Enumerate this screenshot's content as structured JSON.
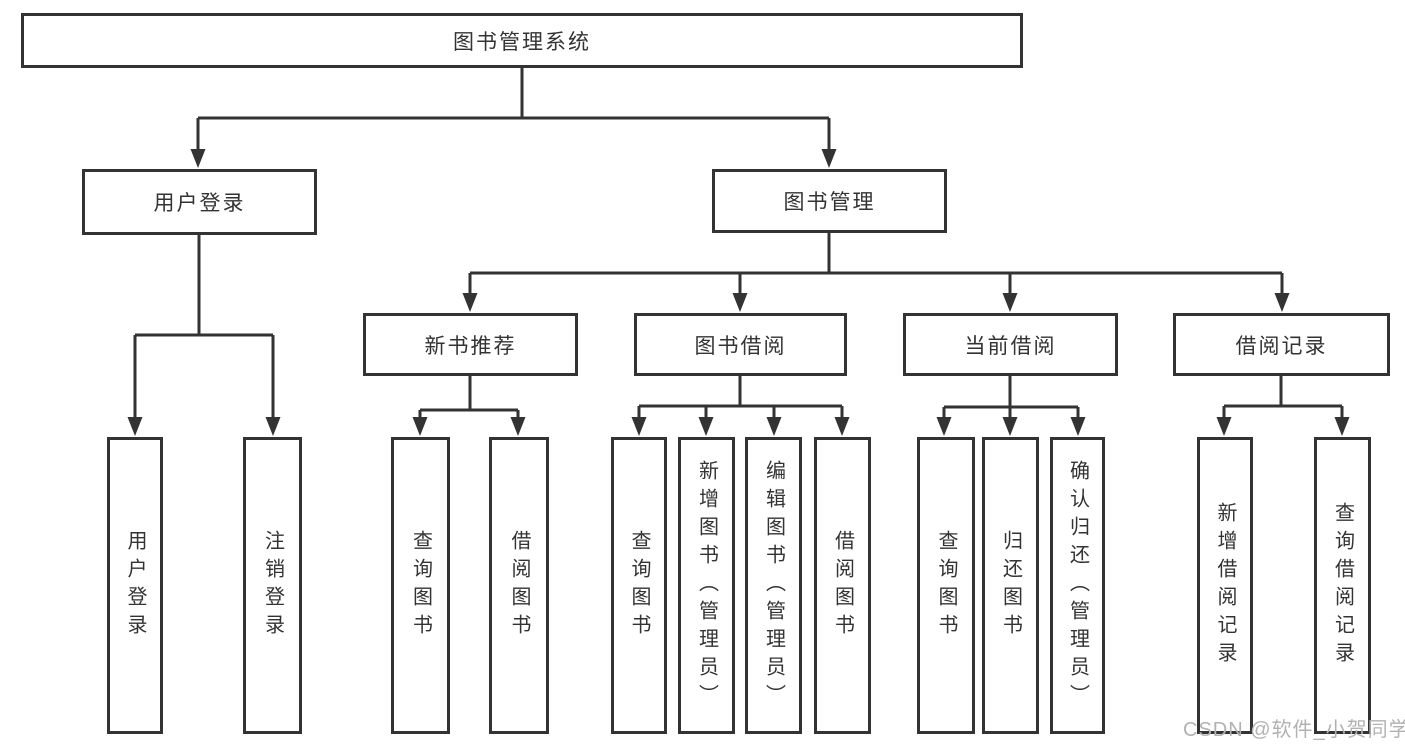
{
  "diagram_title": "图书管理系统",
  "tree": {
    "label": "图书管理系统",
    "children": [
      {
        "label": "用户登录",
        "children": [
          {
            "label": "用户登录"
          },
          {
            "label": "注销登录"
          }
        ]
      },
      {
        "label": "图书管理",
        "children": [
          {
            "label": "新书推荐",
            "children": [
              {
                "label": "查询图书"
              },
              {
                "label": "借阅图书"
              }
            ]
          },
          {
            "label": "图书借阅",
            "children": [
              {
                "label": "查询图书"
              },
              {
                "label": "新增图书（管理员）"
              },
              {
                "label": "编辑图书（管理员）"
              },
              {
                "label": "借阅图书"
              }
            ]
          },
          {
            "label": "当前借阅",
            "children": [
              {
                "label": "查询图书"
              },
              {
                "label": "归还图书"
              },
              {
                "label": "确认归还（管理员）"
              }
            ]
          },
          {
            "label": "借阅记录",
            "children": [
              {
                "label": "新增借阅记录"
              },
              {
                "label": "查询借阅记录"
              }
            ]
          }
        ]
      }
    ]
  },
  "watermark": {
    "text": "CSDN @软件_小贺同学"
  },
  "colors": {
    "line": "#333333",
    "border": "#333333",
    "text": "#333333",
    "background": "#ffffff",
    "watermark": "#b2b2b2"
  }
}
